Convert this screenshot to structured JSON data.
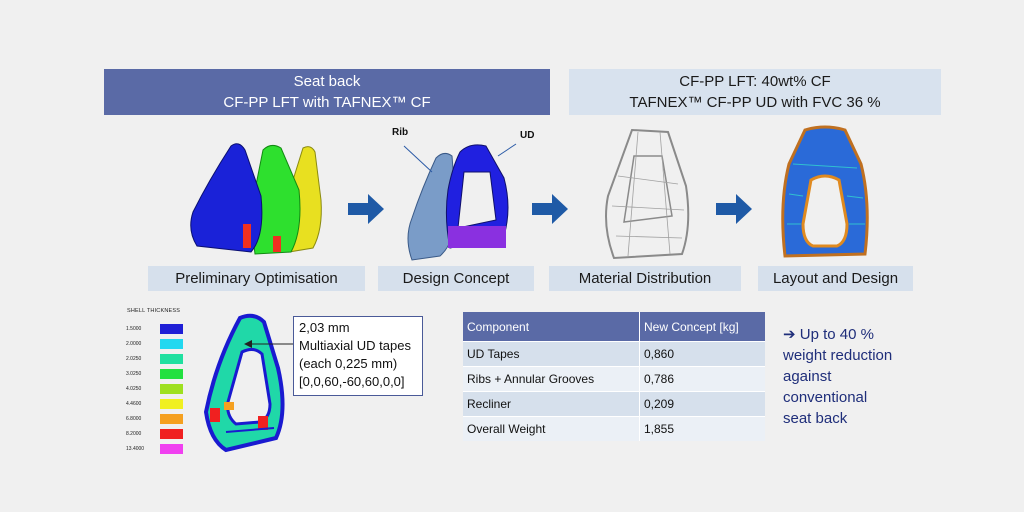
{
  "header_left": {
    "line1": "Seat back",
    "line2": "CF-PP LFT with TAFNEX™ CF"
  },
  "header_right": {
    "line1": "CF-PP LFT: 40wt% CF",
    "line2": "TAFNEX™ CF-PP UD with FVC 36 %"
  },
  "stages": [
    {
      "label": "Preliminary Optimisation"
    },
    {
      "label": "Design Concept"
    },
    {
      "label": "Material Distribution"
    },
    {
      "label": "Layout and Design"
    }
  ],
  "annotations": {
    "rib": "Rib",
    "ud": "UD"
  },
  "legend": {
    "title": "SHELL THICKNESS",
    "entries": [
      {
        "value": "1.5000",
        "color": "#1f1fd6"
      },
      {
        "value": "2.0000",
        "color": "#22d8f0"
      },
      {
        "value": "2.0250",
        "color": "#20e0a0"
      },
      {
        "value": "3.0250",
        "color": "#22e040"
      },
      {
        "value": "4.0250",
        "color": "#9ee020"
      },
      {
        "value": "4.4600",
        "color": "#f0f020"
      },
      {
        "value": "6.8000",
        "color": "#f5a020"
      },
      {
        "value": "8.2000",
        "color": "#f02020"
      },
      {
        "value": "13.4000",
        "color": "#f040f0"
      }
    ]
  },
  "callout": {
    "lines": [
      "2,03 mm",
      "Multiaxial UD tapes",
      "(each 0,225 mm)",
      "[0,0,60,-60,60,0,0]"
    ]
  },
  "table": {
    "headers": [
      "Component",
      "New Concept [kg]"
    ],
    "rows": [
      [
        "UD Tapes",
        "0,860"
      ],
      [
        "Ribs + Annular Grooves",
        "0,786"
      ],
      [
        "Recliner",
        "0,209"
      ],
      [
        "Overall Weight",
        "1,855"
      ]
    ]
  },
  "conclusion": {
    "lines": [
      "➔ Up to 40 %",
      "weight reduction",
      "against",
      "conventional",
      "seat back"
    ]
  },
  "colors": {
    "header_dark": "#5a6aa6",
    "header_light": "#d8e2ee",
    "arrow": "#1f5aa6",
    "text_blue": "#1f2e7a"
  }
}
